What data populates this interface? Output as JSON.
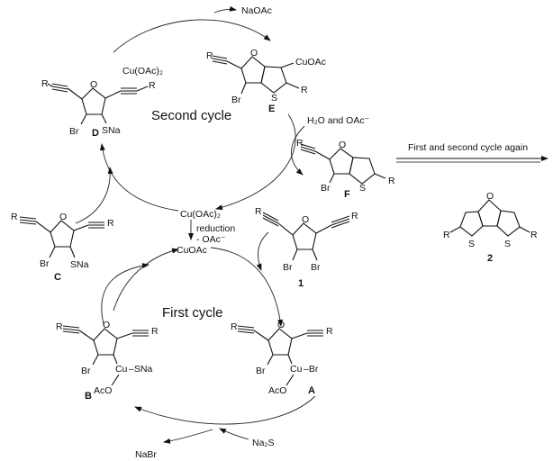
{
  "labels": {
    "second_cycle": "Second cycle",
    "first_cycle": "First cycle",
    "first_and_second_again": "First and second cycle again",
    "naoac": "NaOAc",
    "h2o_oac": "H₂O and OAc⁻",
    "cu_oac2": "Cu(OAc)₂",
    "reduction": "reduction",
    "minus_oac": "- OAc⁻",
    "cuoac": "CuOAc",
    "nabr": "NaBr",
    "na2s": "Na₂S"
  },
  "compounds": {
    "D": {
      "label": "D",
      "cu_reagent": "Cu(OAc)₂",
      "R1": "R",
      "R2": "R",
      "Br": "Br",
      "S": "SNa",
      "O": "O"
    },
    "E": {
      "label": "E",
      "R1": "R",
      "R2": "R",
      "Br": "Br",
      "S": "S",
      "O": "O",
      "sub": "CuOAc"
    },
    "F": {
      "label": "F",
      "R1": "R",
      "R2": "R",
      "Br": "Br",
      "S": "S",
      "O": "O"
    },
    "C": {
      "label": "C",
      "R1": "R",
      "R2": "R",
      "Br": "Br",
      "S": "SNa",
      "O": "O"
    },
    "one": {
      "label": "1",
      "R1": "R",
      "R2": "R",
      "Br1": "Br",
      "Br2": "Br",
      "O": "O"
    },
    "two": {
      "label": "2",
      "R1": "R",
      "R2": "R",
      "S1": "S",
      "S2": "S",
      "O": "O"
    },
    "B": {
      "label": "B",
      "R1": "R",
      "R2": "R",
      "Br": "Br",
      "cu": "Cu",
      "sna": "–SNa",
      "aco": "AcO",
      "O": "O"
    },
    "A": {
      "label": "A",
      "R1": "R",
      "R2": "R",
      "Br": "Br",
      "cu": "Cu",
      "br2": "–Br",
      "aco": "AcO",
      "O": "O"
    }
  }
}
